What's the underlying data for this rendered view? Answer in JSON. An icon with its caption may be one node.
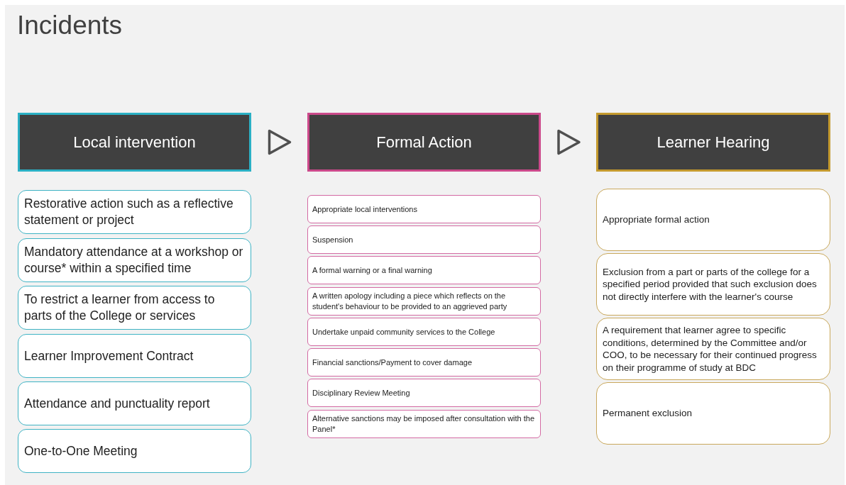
{
  "diagram": {
    "title": "Incidents",
    "nodes": [
      {
        "text": [
          "Local intervention"
        ]
      },
      {
        "text": [
          "Restorative action such as a reflective statement or project"
        ]
      },
      {
        "text": [
          "Mandatory attendance at a workshop or course* within a specified time"
        ]
      },
      {
        "text": [
          "To restrict a learner from access to parts of the College or services"
        ]
      },
      {
        "text": [
          "Learner Improvement Contract"
        ]
      },
      {
        "text": [
          "Attendance and punctuality report"
        ]
      },
      {
        "text": [
          "One-to-One Meeting"
        ]
      },
      {
        "text": [
          "Formal Action"
        ]
      },
      {
        "text": [
          "Appropriate local interventions"
        ]
      },
      {
        "text": [
          "Suspension"
        ]
      },
      {
        "text": [
          "A formal warning or a final warning"
        ]
      },
      {
        "text": [
          "A written apology including a piece which reflects on the student's behaviour to be provided to an aggrieved party"
        ]
      },
      {
        "text": [
          "Undertake unpaid community services to the College"
        ]
      },
      {
        "text": [
          "Financial sanctions/Payment to cover damage"
        ]
      },
      {
        "text": [
          "Disciplinary Review Meeting"
        ]
      },
      {
        "text": [
          "Alternative sanctions may be imposed after consultation with the Panel*"
        ]
      },
      {
        "text": [
          "Learner Hearing"
        ]
      },
      {
        "text": [
          "Appropriate formal action"
        ]
      },
      {
        "text": [
          "Exclusion from a part or parts of the college for a specified period provided that such exclusion does not directly interfere with the learner's course"
        ]
      },
      {
        "text": [
          "A requirement that learner agree to specific conditions, determined by the Committee and/or COO, to be necessary for their continued progress on their programme of study at BDC"
        ]
      },
      {
        "text": [
          "Permanent exclusion"
        ]
      }
    ],
    "edges": [
      {
        "from": 0,
        "to": 7,
        "arrow": "to"
      },
      {
        "from": 7,
        "to": 16,
        "arrow": "to"
      }
    ]
  }
}
